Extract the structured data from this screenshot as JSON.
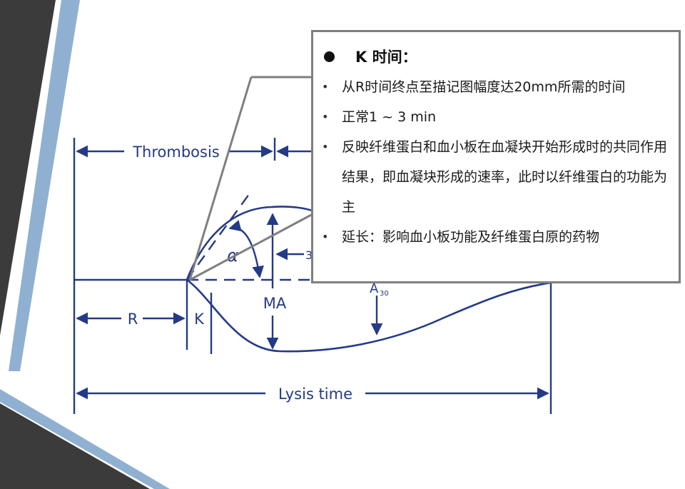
{
  "diagram": {
    "labels": {
      "thrombosis": "Thrombosis",
      "r": "R",
      "k": "K",
      "alpha": "α",
      "ma": "MA",
      "three_partial": "3",
      "a30_main": "A",
      "a30_sub": "30",
      "lysis_time": "Lysis time"
    },
    "line_color": "#243a87",
    "curve_color": "#243a87"
  },
  "callout": {
    "title": "K 时间：",
    "bullets": [
      "从R时间终点至描记图幅度达20mm所需的时间",
      "正常1 ~ 3 min",
      "反映纤维蛋白和血小板在血凝块开始形成时的共同作用结果，即血凝块形成的速率，此时以纤维蛋白的功能为主",
      "延长：影响血小板功能及纤维蛋白原的药物"
    ],
    "bullet_symbol": "•",
    "border_color": "#7f7f7f"
  },
  "theme": {
    "accent_dark": "#3b3b3b",
    "accent_light": "#8fb0d1",
    "background": "#ffffff"
  }
}
